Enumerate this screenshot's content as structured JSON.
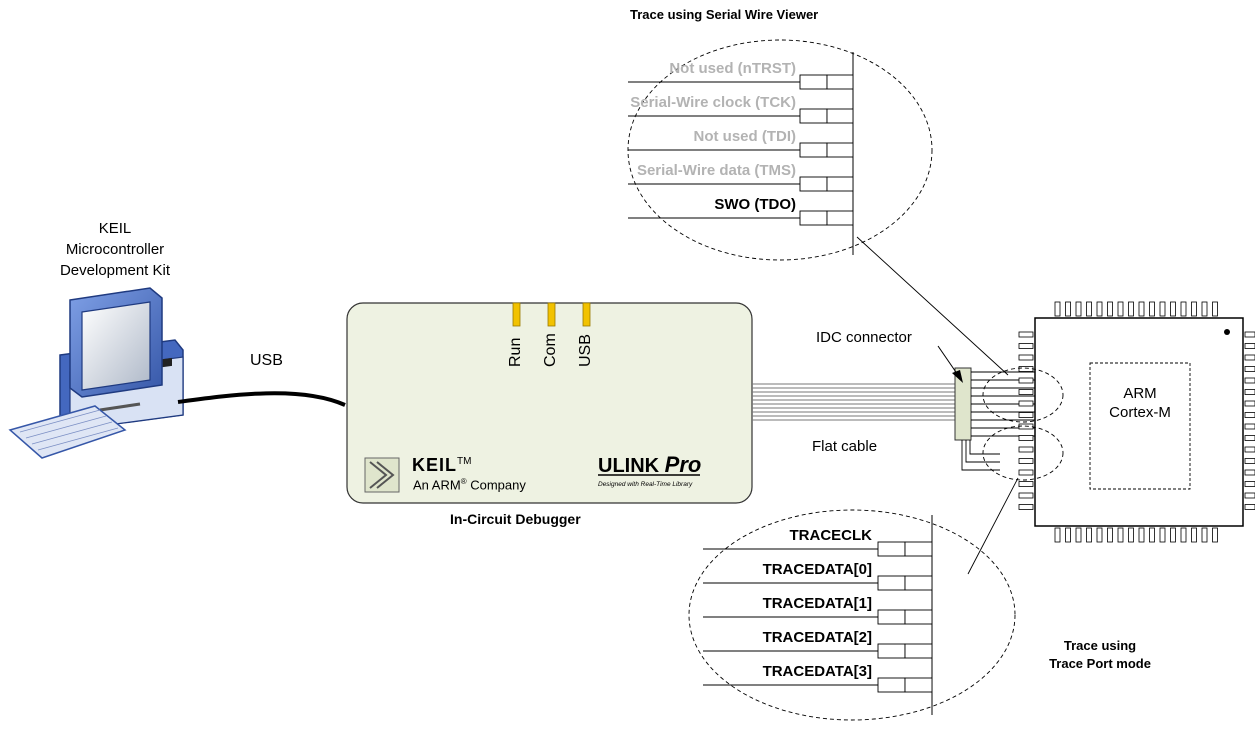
{
  "pc": {
    "title_lines": [
      "KEIL",
      "Microcontroller",
      "Development Kit"
    ]
  },
  "usb_cable_label": "USB",
  "debugger": {
    "leds": [
      "Run",
      "Com",
      "USB"
    ],
    "brand": "KEIL",
    "brand_tm": "TM",
    "company_pre": "An ARM",
    "company_reg": "®",
    "company_post": " Company",
    "product": "ULINK",
    "product_suffix": "Pro",
    "product_tagline": "Designed with Real-Time Library",
    "caption": "In-Circuit Debugger"
  },
  "idc_connector_label": "IDC connector",
  "flat_cable_label": "Flat cable",
  "chip": {
    "label_lines": [
      "ARM",
      "Cortex-M"
    ]
  },
  "swv": {
    "title": "Trace using Serial Wire Viewer",
    "pins": [
      {
        "label": "Not used (nTRST)",
        "active": false
      },
      {
        "label": "Serial-Wire clock (TCK)",
        "active": false
      },
      {
        "label": "Not used (TDI)",
        "active": false
      },
      {
        "label": "Serial-Wire data (TMS)",
        "active": false
      },
      {
        "label": "SWO (TDO)",
        "active": true
      }
    ]
  },
  "trace_port": {
    "title_lines": [
      "Trace using",
      "Trace Port mode"
    ],
    "pins": [
      "TRACECLK",
      "TRACEDATA[0]",
      "TRACEDATA[1]",
      "TRACEDATA[2]",
      "TRACEDATA[3]"
    ]
  },
  "colors": {
    "debugger_fill": "#eef2e2",
    "led": "#f2c200",
    "monitor_blue": "#4f74c9",
    "inactive_text": "#b3b3b3"
  }
}
